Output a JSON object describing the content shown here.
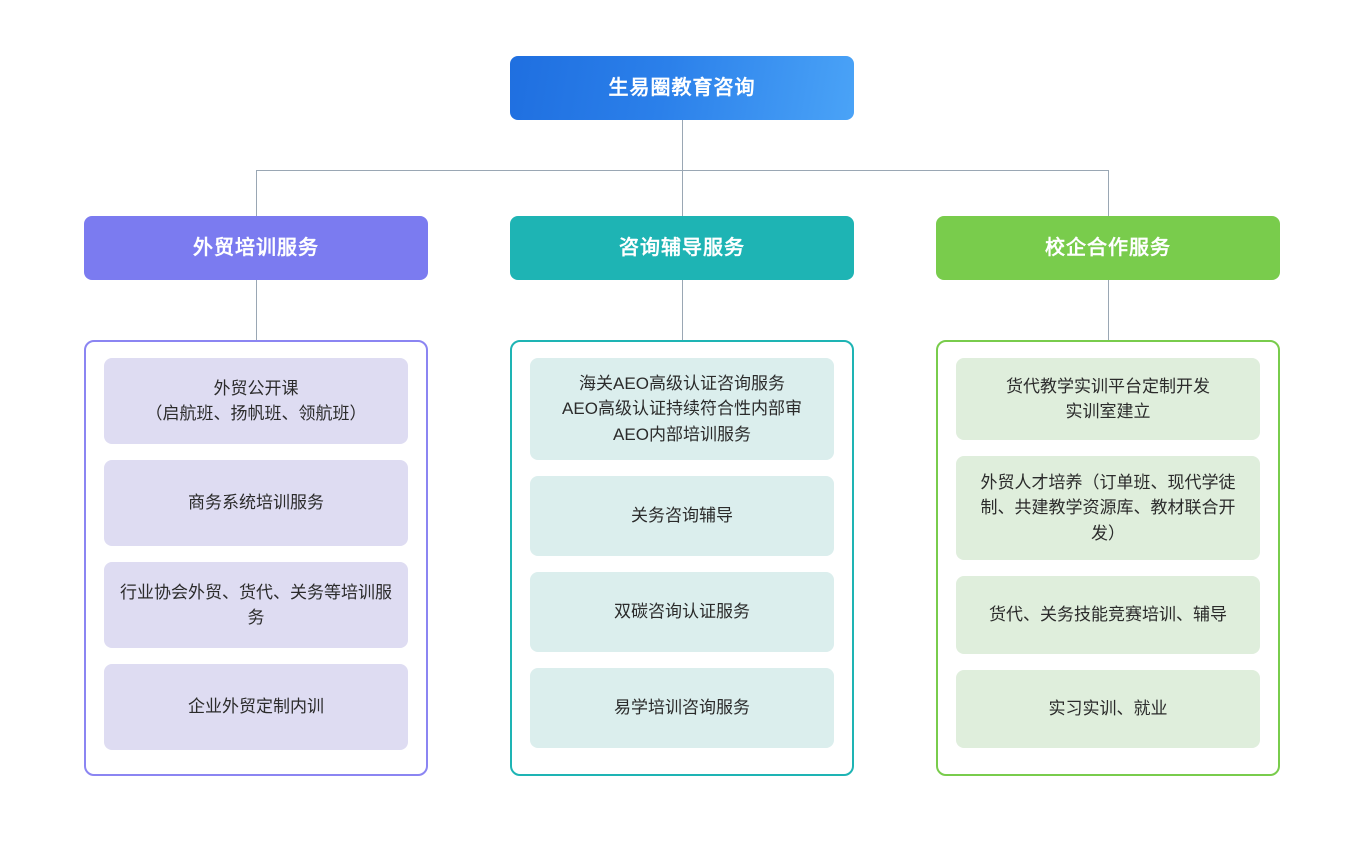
{
  "diagram": {
    "type": "organization-chart",
    "root": {
      "label": "生易圈教育咨询",
      "color": "#1f6fe0",
      "color_end": "#4aa3f7"
    },
    "connector_color": "#9aa7b4",
    "branches": [
      {
        "label": "外贸培训服务",
        "color": "#7b7bf0",
        "card_color": "#dedcf2",
        "items": [
          "外贸公开课\n（启航班、扬帆班、领航班）",
          "商务系统培训服务",
          "行业协会外贸、货代、关务等培训服务",
          "企业外贸定制内训"
        ]
      },
      {
        "label": "咨询辅导服务",
        "color": "#1eb4b4",
        "card_color": "#dbeeed",
        "items": [
          "海关AEO高级认证咨询服务\nAEO高级认证持续符合性内部审\nAEO内部培训服务",
          "关务咨询辅导",
          "双碳咨询认证服务",
          "易学培训咨询服务"
        ]
      },
      {
        "label": "校企合作服务",
        "color": "#79cc4c",
        "card_color": "#dfeedc",
        "items": [
          "货代教学实训平台定制开发\n实训室建立",
          "外贸人才培养（订单班、现代学徒制、共建教学资源库、教材联合开发）",
          "货代、关务技能竞赛培训、辅导",
          "实习实训、就业"
        ]
      }
    ]
  }
}
